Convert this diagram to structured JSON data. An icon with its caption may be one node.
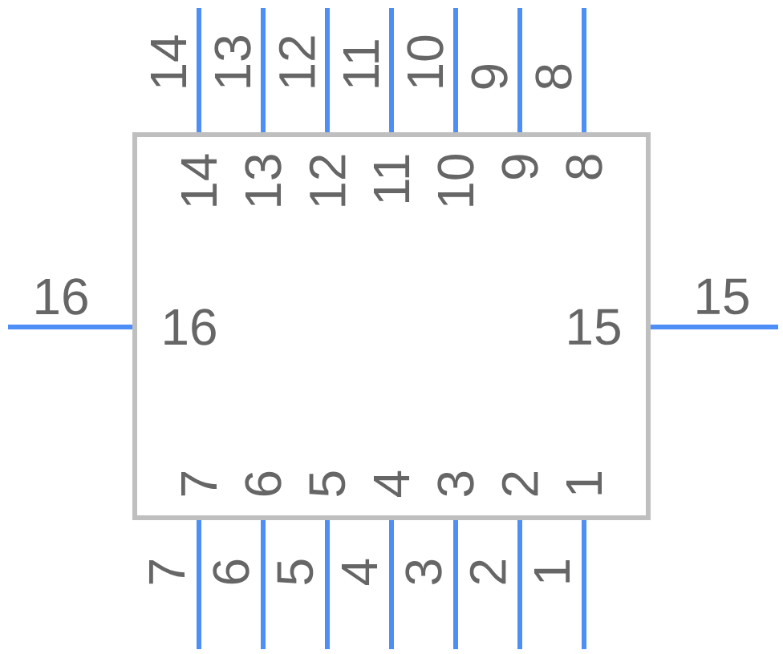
{
  "diagram": {
    "nodes": [
      {
        "text": [],
        "shape": "box"
      }
    ],
    "labels": [
      "14",
      "13",
      "12",
      "11",
      "10",
      "9",
      "8",
      "14",
      "13",
      "12",
      "11",
      "10",
      "9",
      "8",
      "16",
      "15",
      "16",
      "15",
      "7",
      "6",
      "5",
      "4",
      "3",
      "2",
      "1",
      "7",
      "6",
      "5",
      "4",
      "3",
      "2",
      "1"
    ]
  }
}
